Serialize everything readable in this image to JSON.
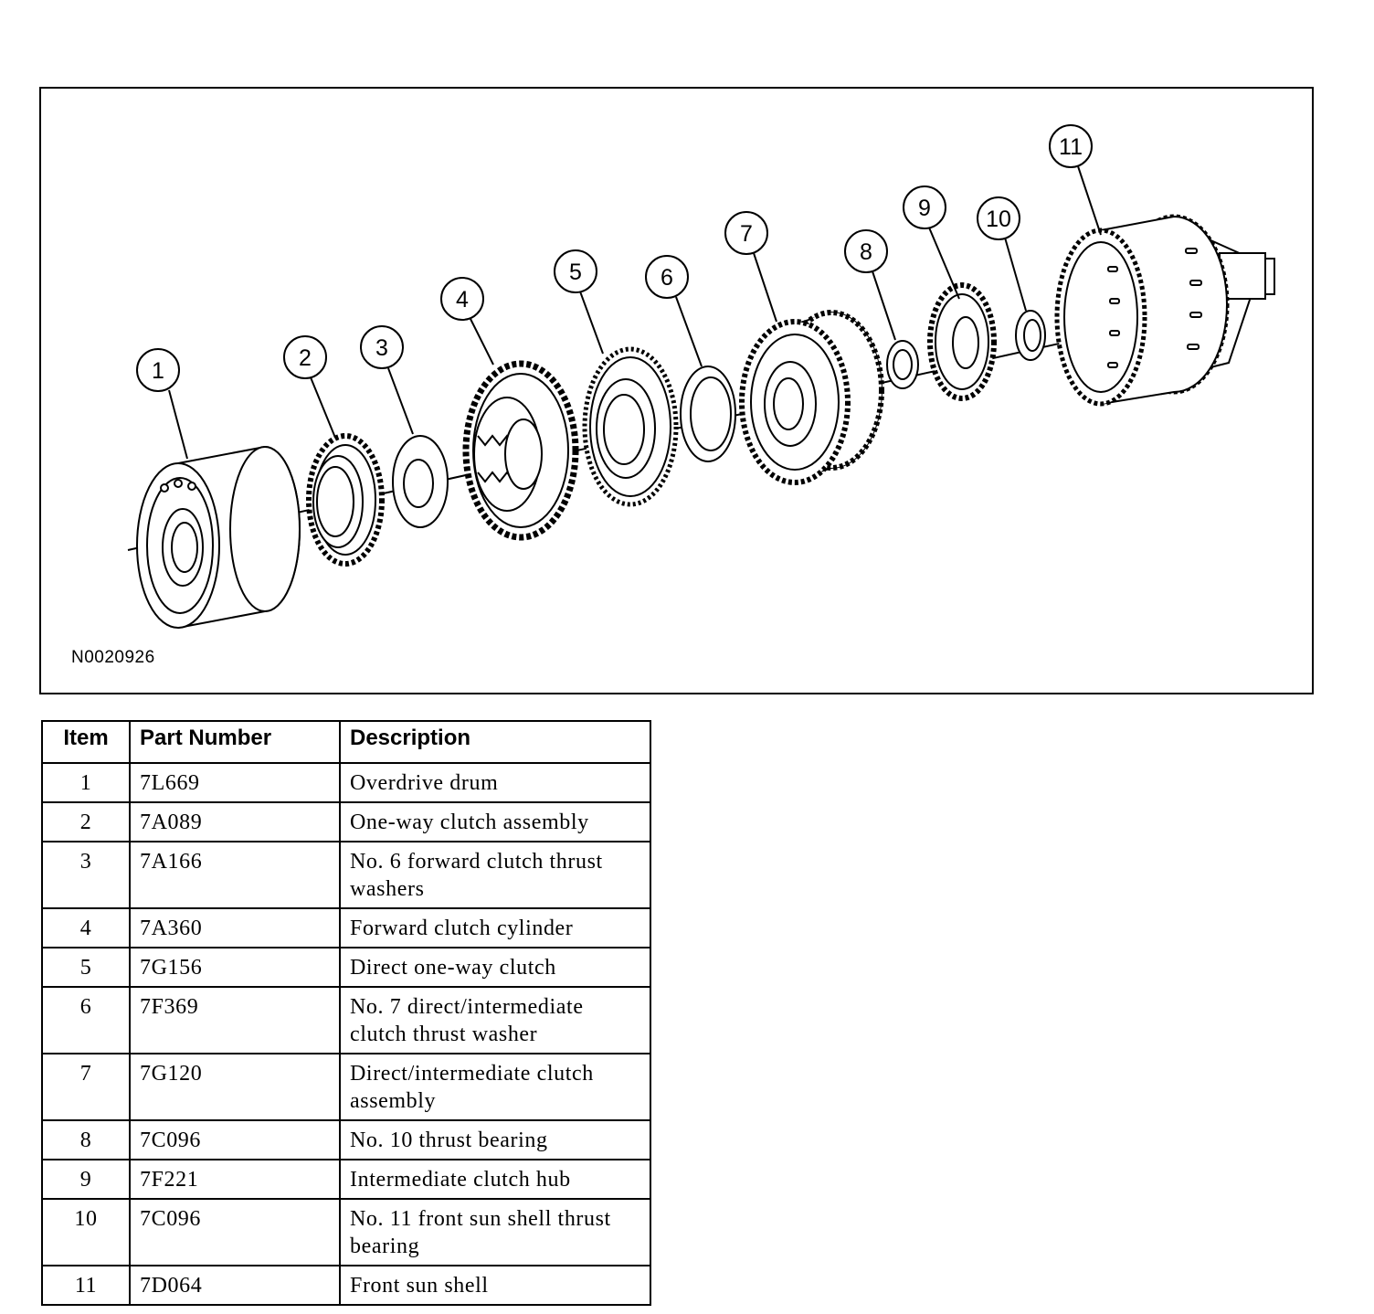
{
  "figure": {
    "code": "N0020926",
    "callouts": [
      "1",
      "2",
      "3",
      "4",
      "5",
      "6",
      "7",
      "8",
      "9",
      "10",
      "11"
    ]
  },
  "table": {
    "headers": {
      "item": "Item",
      "part_number": "Part Number",
      "description": "Description"
    },
    "rows": [
      {
        "item": "1",
        "part": "7L669",
        "desc": [
          "Overdrive drum"
        ]
      },
      {
        "item": "2",
        "part": "7A089",
        "desc": [
          "One-way clutch assembly"
        ]
      },
      {
        "item": "3",
        "part": "7A166",
        "desc": [
          "No. 6 forward clutch thrust",
          "washers"
        ]
      },
      {
        "item": "4",
        "part": "7A360",
        "desc": [
          "Forward clutch cylinder"
        ]
      },
      {
        "item": "5",
        "part": "7G156",
        "desc": [
          "Direct one-way clutch"
        ]
      },
      {
        "item": "6",
        "part": "7F369",
        "desc": [
          "No. 7 direct/intermediate",
          "clutch thrust washer"
        ]
      },
      {
        "item": "7",
        "part": "7G120",
        "desc": [
          "Direct/intermediate clutch",
          "assembly"
        ]
      },
      {
        "item": "8",
        "part": "7C096",
        "desc": [
          "No. 10 thrust bearing"
        ]
      },
      {
        "item": "9",
        "part": "7F221",
        "desc": [
          "Intermediate clutch hub"
        ]
      },
      {
        "item": "10",
        "part": "7C096",
        "desc": [
          "No. 11 front sun shell thrust",
          "bearing"
        ]
      },
      {
        "item": "11",
        "part": "7D064",
        "desc": [
          "Front sun shell"
        ]
      }
    ]
  }
}
